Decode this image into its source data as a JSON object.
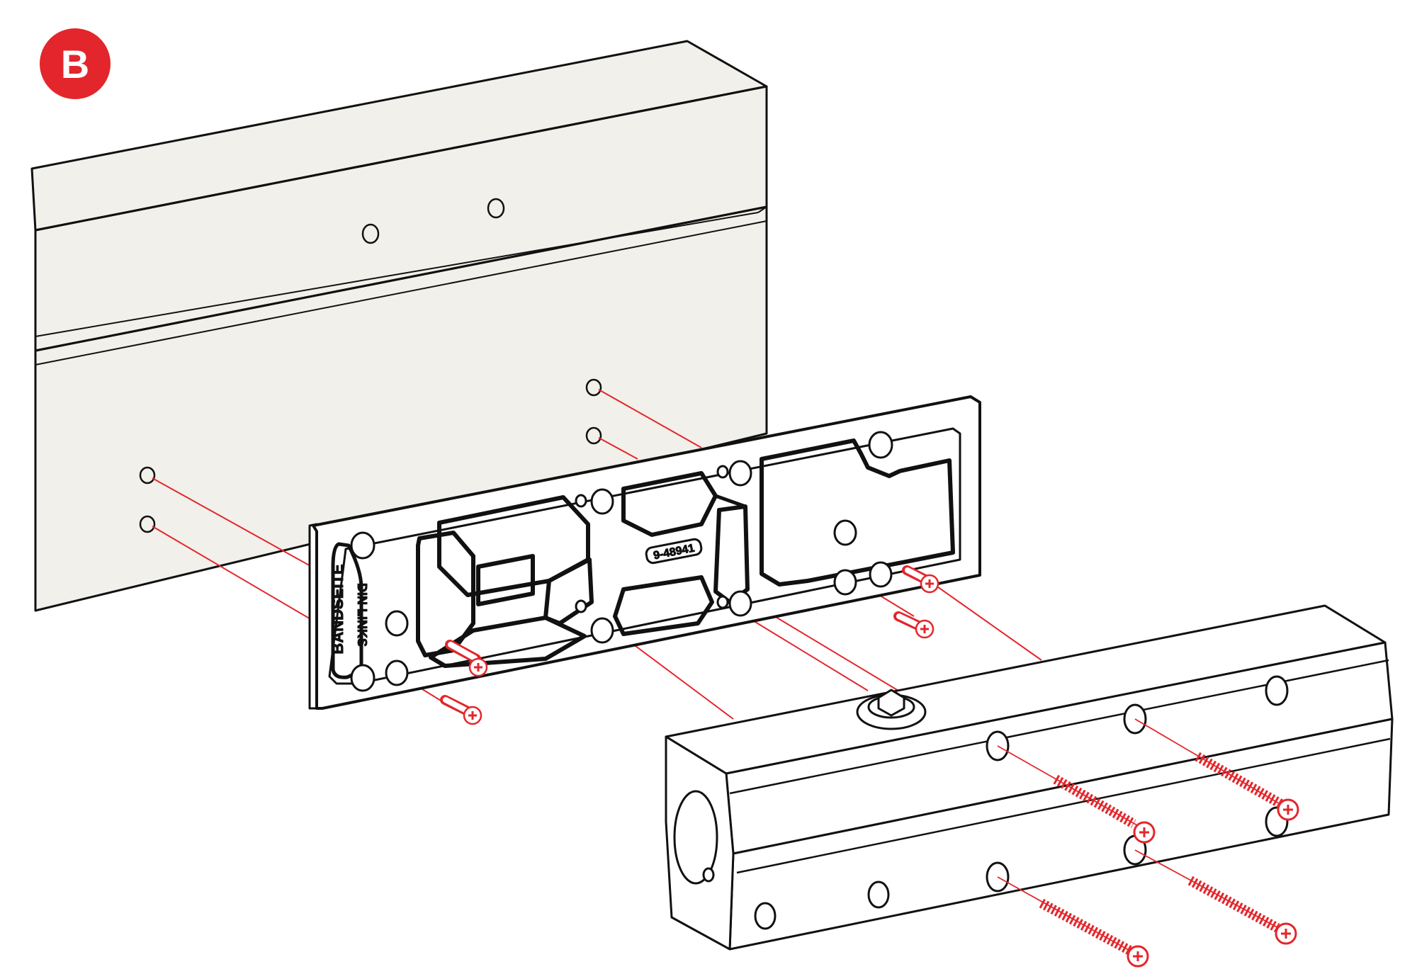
{
  "step": {
    "label": "B",
    "color": "#e3262b"
  },
  "plate": {
    "side_label": "BANDSEITE",
    "direction_label": "DIN LINKS",
    "part_number": "9-48941"
  },
  "colors": {
    "line": "#111111",
    "surface": "#f1f0ea",
    "screw": "#e3262b",
    "plate": "#ffffff"
  },
  "icons": [
    "screw-icon",
    "drill-hole-icon"
  ]
}
